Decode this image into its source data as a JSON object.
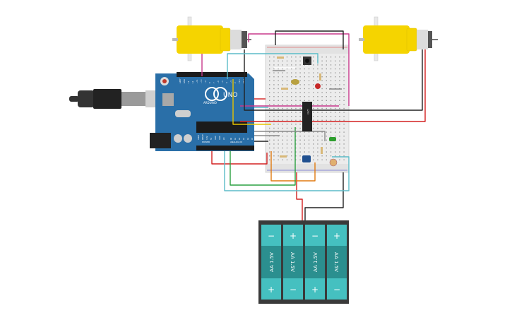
{
  "arduino": {
    "brand": "UNO",
    "sub_brand": "ARDUINO",
    "pin_labels": [
      "AREF",
      "GND",
      "13",
      "12",
      "~11",
      "~10",
      "~9",
      "8",
      "7",
      "~6",
      "~5",
      "4",
      "~3",
      "2",
      "TX 1",
      "RX 0"
    ],
    "power_labels": [
      "IOREF",
      "RESET",
      "3.3V",
      "5V",
      "GND",
      "GND",
      "Vin"
    ],
    "analog_labels": [
      "A0",
      "A1",
      "A2",
      "A3",
      "A4",
      "A5"
    ],
    "section_power": "POWER",
    "section_analog": "ANALOG IN"
  },
  "ic_label": "L293",
  "battery": {
    "cells": [
      {
        "label": "AA 1.5V",
        "top_sign": "−",
        "bottom_sign": "+"
      },
      {
        "label": "AA 1.5V",
        "top_sign": "+",
        "bottom_sign": "−"
      },
      {
        "label": "AA 1.5V",
        "top_sign": "−",
        "bottom_sign": "+"
      },
      {
        "label": "AA 1.5V",
        "top_sign": "+",
        "bottom_sign": "−"
      }
    ]
  },
  "colors": {
    "motor_body": "#f5d400",
    "arduino_board": "#2a6fa8",
    "breadboard": "#ececec",
    "battery_cell": "#2fa8a8",
    "battery_case": "#3a3a3a",
    "wire_red": "#d32020",
    "wire_black": "#222222",
    "wire_teal": "#5bbcc8",
    "wire_magenta": "#c8388c",
    "wire_yellow": "#e6c400",
    "wire_orange": "#e07a10",
    "wire_green": "#2aa040",
    "wire_gray": "#8a8a8a"
  },
  "icons": [
    "usb-cable-icon",
    "gear-motor-icon",
    "battery-pack-icon",
    "push-button-icon",
    "led-icon",
    "potentiometer-icon",
    "photoresistor-icon"
  ]
}
